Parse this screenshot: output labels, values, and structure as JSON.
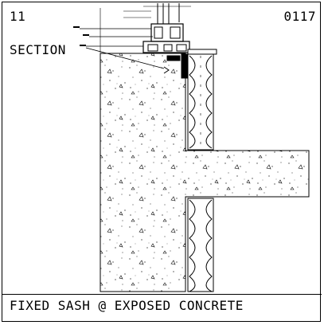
{
  "sheet": {
    "number": "11",
    "detail_code": "0117",
    "view_label": "SECTION",
    "title": "FIXED SASH @ EXPOSED CONCRETE"
  },
  "drawing": {
    "line_color": "#000000",
    "background": "#ffffff",
    "materials": [
      "concrete",
      "rigid-insulation",
      "window-frame",
      "glazing"
    ]
  }
}
